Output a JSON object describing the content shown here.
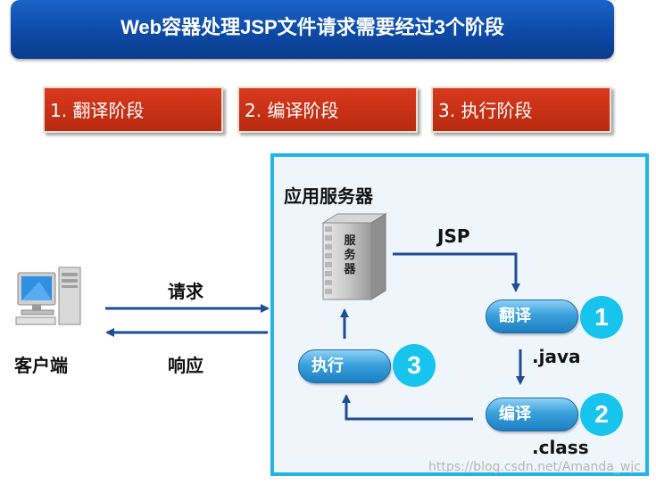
{
  "title": "Web容器处理JSP文件请求需要经过3个阶段",
  "stages": [
    "1. 翻译阶段",
    "2. 编译阶段",
    "3. 执行阶段"
  ],
  "server": {
    "label": "应用服务器",
    "tower_text": [
      "服",
      "务",
      "器"
    ]
  },
  "client": {
    "label": "客户端"
  },
  "arrows": {
    "request": "请求",
    "response": "响应",
    "jsp": "JSP",
    "java": ".java",
    "class": ".class"
  },
  "steps": [
    {
      "label": "翻译",
      "number": "1"
    },
    {
      "label": "编译",
      "number": "2"
    },
    {
      "label": "执行",
      "number": "3"
    }
  ],
  "watermark": "https://blog.csdn.net/Amanda_wjc",
  "colors": {
    "banner": "#0d4aa6",
    "stage": "#c8321a",
    "frame_border": "#23b4e6",
    "arrow": "#1f4c96",
    "number_circle": "#16c4ee"
  }
}
